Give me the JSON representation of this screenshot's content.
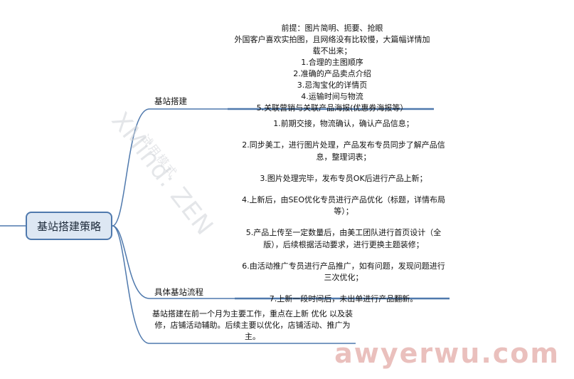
{
  "central_topic": "基站搭建策略",
  "branches": {
    "site_build": {
      "label": "基站搭建",
      "note_lines": [
        "前提：图片简明、扼要、抢眼",
        "外国客户喜欢实拍图，且网络没有比较慢，大篇幅详情加",
        "载不出来；",
        "1.合理的主图顺序",
        "2.准确的产品卖点介绍",
        "3.忌淘宝化的详情页",
        "4.运输时间与物流",
        "5.关联营销与关联产品海报(优惠券海报等）"
      ]
    },
    "process": {
      "label": "具体基站流程",
      "steps": [
        "1.前期交接，物流确认，确认产品信息；",
        "2.同步美工，进行图片处理，产品发布专员同步了解产品信息，整理词表；",
        "3.图片处理完毕，发布专员OK后进行产品上新；",
        "4.上新后，由SEO优化专员进行产品优化（标题，详情布局等）；",
        "5.产品上传至一定数量后，由美工团队进行首页设计（全版），后续根据活动要求，进行更换主题装修；",
        "6.由活动推广专员进行产品推广，如有问题，发现问题进行三次优化；",
        "7.上新一段时间后，未出单进行产品翻新。"
      ]
    },
    "summary": {
      "text": "基站搭建在前一个月为主要工作，重点在上新 优化 以及装修，店铺活动辅助。后续主要以优化，店铺活动、推广为主。"
    }
  },
  "watermarks": {
    "app": "XMind: ZEN",
    "mode": "试用模式",
    "site": "awyerwu.com"
  },
  "colors": {
    "line": "#4f79ad",
    "central_fill": "#dde7f3",
    "central_border": "#4f79ad"
  }
}
